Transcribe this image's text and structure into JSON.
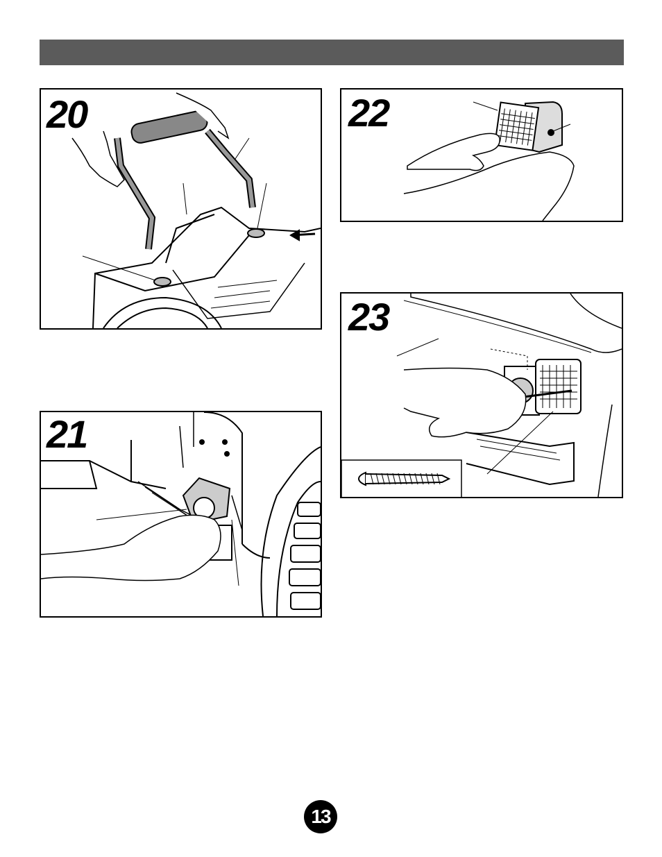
{
  "steps": [
    {
      "number": "20"
    },
    {
      "number": "21"
    },
    {
      "number": "22"
    },
    {
      "number": "23"
    }
  ],
  "page_number": "13",
  "colors": {
    "header_bar": "#5b5b5b",
    "ink": "#000000"
  }
}
